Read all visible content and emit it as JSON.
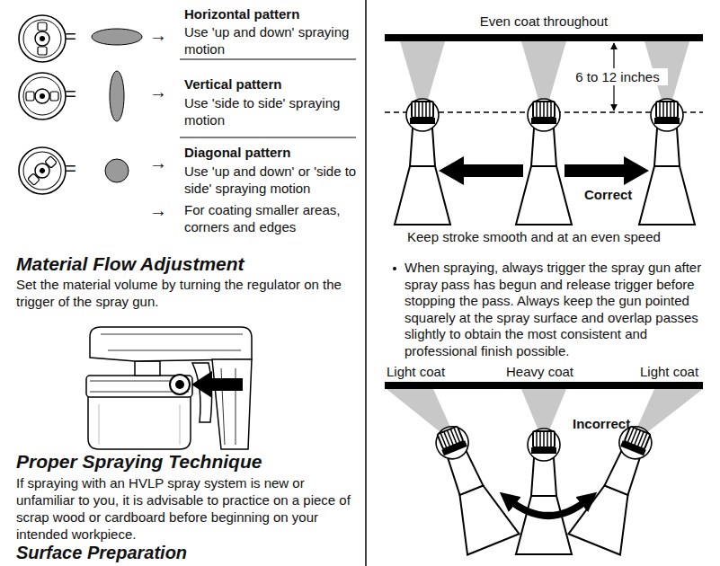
{
  "diagram": {
    "labels": [
      "=",
      "→",
      "Horizontal pattern",
      "Use 'up and down' spraying motion",
      "=",
      "→",
      "Vertical pattern",
      "Use 'side to side' spraying motion",
      "=",
      "→",
      "Diagonal pattern",
      "Use 'up and down' or 'side to side' spraying motion",
      "→",
      "For coating smaller areas, corners and edges",
      "Material Flow Adjustment",
      "Set the material volume by turning the regulator on the trigger of the spray gun.",
      "Proper Spraying Technique",
      "If spraying with an HVLP spray system is new or unfamiliar to you, it is advisable to practice on a piece of scrap wood or cardboard before beginning on your intended workpiece.",
      "Surface Preparation",
      "Even coat throughout",
      "6 to 12 inches",
      "Correct",
      "Keep stroke smooth and at an even speed",
      "When spraying, always trigger the spray gun after spray pass has begun and release trigger before stopping the pass. Always keep the gun pointed squarely at the spray surface and overlap passes slightly to obtain the most consistent and professional finish possible.",
      "Light coat",
      "Heavy coat",
      "Light coat",
      "Incorrect"
    ]
  }
}
